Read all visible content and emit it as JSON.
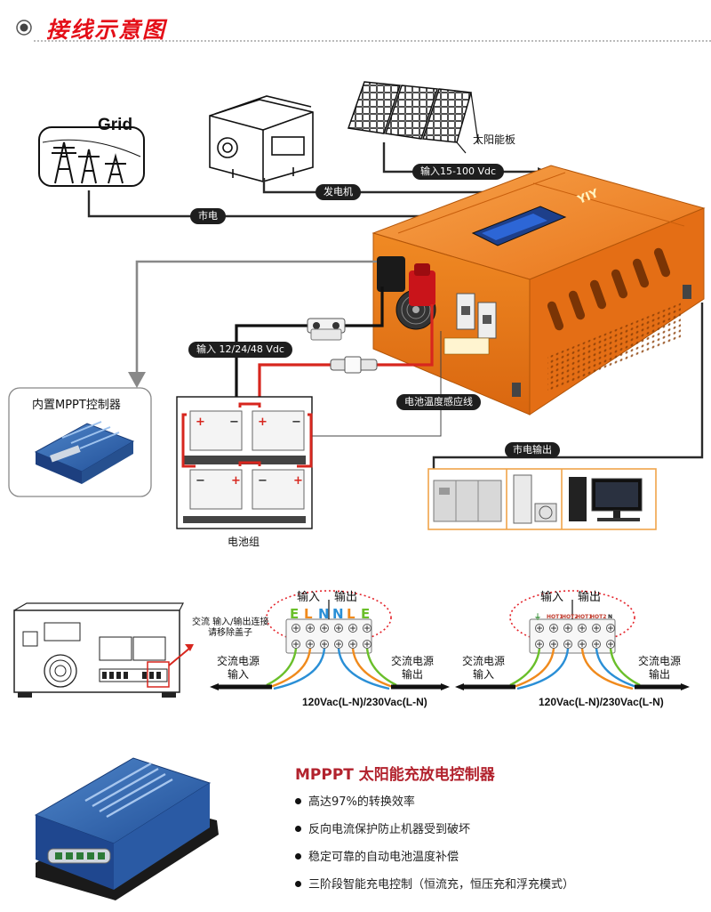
{
  "header": {
    "title": "接线示意图"
  },
  "sources": {
    "grid_caption": "Grid",
    "solar_panel": "太阳能板",
    "pv_input": "输入15-100 Vdc",
    "generator": "发电机",
    "utility": "市电",
    "battery_input": "输入 12/24/48 Vdc",
    "mppt_box": "内置MPPT控制器",
    "battery_bank": "电池组",
    "temp_sensor": "电池温度感应线",
    "utility_output": "市电输出",
    "brand": "YIY"
  },
  "wiring": {
    "cover_note_line1": "交流 输入/输出连接",
    "cover_note_line2": "请移除盖子",
    "left": {
      "input_label": "输入",
      "output_label": "输出",
      "terminals": [
        "E",
        "L",
        "N",
        "N",
        "L",
        "E"
      ],
      "ac_input_line1": "交流电源",
      "ac_input_line2": "输入",
      "ac_output_line1": "交流电源",
      "ac_output_line2": "输出",
      "spec": "120Vac(L-N)/230Vac(L-N)"
    },
    "right": {
      "input_label": "输入",
      "output_label": "输出",
      "terminals": [
        "⏚",
        "HOT1",
        "HOT2",
        "HOT1",
        "HOT2",
        "N"
      ],
      "ac_input_line1": "交流电源",
      "ac_input_line2": "输入",
      "ac_output_line1": "交流电源",
      "ac_output_line2": "输出",
      "spec": "120Vac(L-N)/230Vac(L-N)"
    }
  },
  "product": {
    "title": "MPPPT 太阳能充放电控制器",
    "features": [
      "高达97%的转换效率",
      "反向电流保护防止机器受到破坏",
      "稳定可靠的自动电池温度补偿",
      "三阶段智能充电控制（恒流充，恒压充和浮充模式）"
    ]
  },
  "colors": {
    "title": "#e40f18",
    "inverter_orange": "#f07c1e",
    "feature_title": "#b2222d",
    "terminal_green": "#6abf2a",
    "terminal_blue": "#2a8fd6",
    "terminal_orange": "#f08a1c",
    "battery_red": "#d7261e"
  }
}
